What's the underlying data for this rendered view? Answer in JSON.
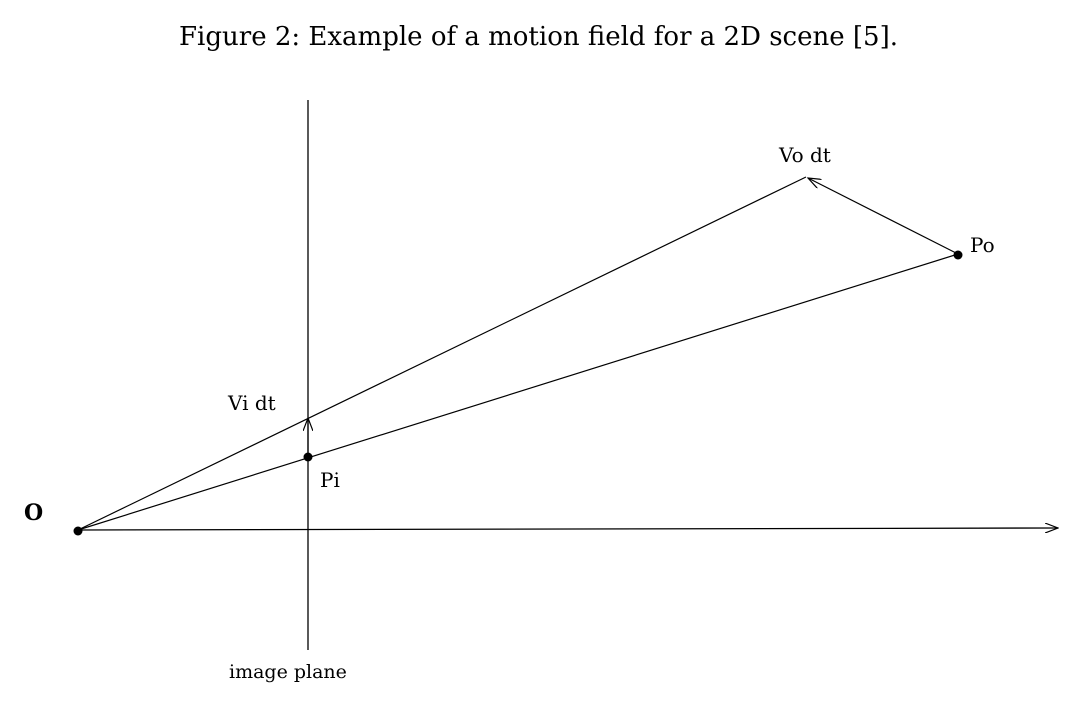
{
  "caption": "Figure 2: Example of a motion field for a 2D scene [5].",
  "labels": {
    "origin": "O",
    "object_point": "Po",
    "image_point": "Pi",
    "object_velocity": "Vo dt",
    "image_velocity": "Vi dt",
    "image_plane": "image plane"
  }
}
